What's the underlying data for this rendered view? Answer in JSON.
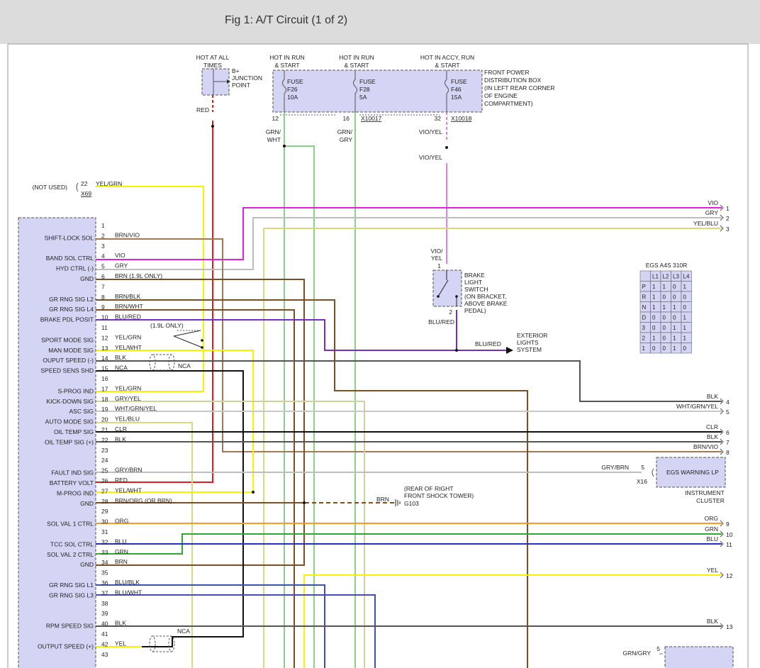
{
  "figure_title": "Fig 1: A/T Circuit (1 of 2)",
  "colors": {
    "background": "#ffffff",
    "header": "#dcdcdc",
    "component_fill": "#d4d4f4",
    "wire_red": "#e02020",
    "wire_violet": "#e020e0",
    "wire_gray": "#bdbdbd",
    "wire_yellow": "#f4f400",
    "wire_brown": "#7a4f22",
    "wire_green": "#2eaa2e",
    "wire_blue": "#2030c0",
    "wire_orange": "#ff9a20",
    "wire_black": "#111111",
    "wire_blu_red": "#7030c0"
  },
  "power": {
    "hot_at_all_times": [
      "HOT AT ALL",
      "TIMES"
    ],
    "junction": [
      "B+",
      "JUNCTION",
      "POINT"
    ],
    "red_label": "RED",
    "hot_run_start_1": [
      "HOT IN RUN",
      "& START"
    ],
    "hot_run_start_2": [
      "HOT IN RUN",
      "& START"
    ],
    "hot_accy": [
      "HOT IN ACCY, RUN",
      "& START"
    ],
    "fuse1": [
      "FUSE",
      "F26",
      "10A"
    ],
    "fuse2": [
      "FUSE",
      "F28",
      "5A"
    ],
    "fuse3": [
      "FUSE",
      "F46",
      "15A"
    ],
    "box_label": [
      "FRONT POWER",
      "DISTRIBUTION BOX",
      "(IN LEFT REAR CORNER",
      "OF ENGINE",
      "COMPARTMENT)"
    ],
    "pin1": "12",
    "pin2": "16",
    "pin3": "32",
    "conn2": "X10017",
    "conn3": "X10018",
    "wire1": [
      "GRN/",
      "WHT"
    ],
    "wire2": [
      "GRN/",
      "GRY"
    ],
    "wire3a": "VIO/YEL",
    "wire3b": "VIO/YEL"
  },
  "not_used": {
    "label": "(NOT USED)",
    "pin": "22",
    "wire": "YEL/GRN",
    "conn": "X69"
  },
  "module_labels": [
    {
      "pin": "1",
      "name": "",
      "wire": "",
      "color": ""
    },
    {
      "pin": "2",
      "name": "SHIFT-LOCK SOL",
      "wire": "BRN/VIO",
      "color": "#7a4f22"
    },
    {
      "pin": "3",
      "name": "",
      "wire": "",
      "color": ""
    },
    {
      "pin": "4",
      "name": "BAND SOL CTRL",
      "wire": "VIO",
      "color": "#e020e0"
    },
    {
      "pin": "5",
      "name": "HYD CTRL (-)",
      "wire": "GRY",
      "color": "#bdbdbd"
    },
    {
      "pin": "6",
      "name": "GND",
      "wire": "BRN   (1.9L ONLY)",
      "color": "#7a4f22"
    },
    {
      "pin": "7",
      "name": "",
      "wire": "",
      "color": ""
    },
    {
      "pin": "8",
      "name": "GR RNG SIG L2",
      "wire": "BRN/BLK",
      "color": "#7a4f22"
    },
    {
      "pin": "9",
      "name": "GR RNG SIG L4",
      "wire": "BRN/WHT",
      "color": "#7a4f22"
    },
    {
      "pin": "10",
      "name": "BRAKE PDL POSIT",
      "wire": "BLU/RED",
      "color": "#7030c0"
    },
    {
      "pin": "11",
      "name": "",
      "wire": "",
      "color": ""
    },
    {
      "pin": "12",
      "name": "SPORT MODE SIG",
      "wire": "YEL/GRN",
      "color": "#f4f400"
    },
    {
      "pin": "13",
      "name": "MAN MODE SIG",
      "wire": "YEL/WHT",
      "color": "#f4f400"
    },
    {
      "pin": "14",
      "name": "OUPUT SPEED (-)",
      "wire": "BLK",
      "color": "#111111"
    },
    {
      "pin": "15",
      "name": "SPEED SENS SHD",
      "wire": "NCA",
      "color": "#111111"
    },
    {
      "pin": "16",
      "name": "",
      "wire": "",
      "color": ""
    },
    {
      "pin": "17",
      "name": "S-PROG IND",
      "wire": "YEL/GRN",
      "color": "#f4f400"
    },
    {
      "pin": "18",
      "name": "KICK-DOWN SIG",
      "wire": "GRY/YEL",
      "color": "#bdbdbd"
    },
    {
      "pin": "19",
      "name": "ASC SIG",
      "wire": "WHT/GRN/YEL",
      "color": "#bdbdbd"
    },
    {
      "pin": "20",
      "name": "AUTO MODE SIG",
      "wire": "YEL/BLU",
      "color": "#f4f400"
    },
    {
      "pin": "21",
      "name": "OIL TEMP SIG",
      "wire": "CLR",
      "color": "#111111"
    },
    {
      "pin": "22",
      "name": "OIL TEMP SIG (+)",
      "wire": "BLK",
      "color": "#111111"
    },
    {
      "pin": "23",
      "name": "",
      "wire": "",
      "color": ""
    },
    {
      "pin": "24",
      "name": "",
      "wire": "",
      "color": ""
    },
    {
      "pin": "25",
      "name": "FAULT IND SIG",
      "wire": "GRY/BRN",
      "color": "#bdbdbd"
    },
    {
      "pin": "26",
      "name": "BATTERY VOLT",
      "wire": "RED",
      "color": "#e02020"
    },
    {
      "pin": "27",
      "name": "M-PROG IND",
      "wire": "YEL/WHT",
      "color": "#f4f400"
    },
    {
      "pin": "28",
      "name": "GND",
      "wire": "BRN/ORG (OR BRN)",
      "color": "#7a4f22"
    },
    {
      "pin": "29",
      "name": "",
      "wire": "",
      "color": ""
    },
    {
      "pin": "30",
      "name": "SOL VAL 1 CTRL",
      "wire": "ORG",
      "color": "#ff9a20"
    },
    {
      "pin": "31",
      "name": "",
      "wire": "",
      "color": ""
    },
    {
      "pin": "32",
      "name": "TCC SOL CTRL",
      "wire": "BLU",
      "color": "#2030c0"
    },
    {
      "pin": "33",
      "name": "SOL VAL 2 CTRL",
      "wire": "GRN",
      "color": "#2eaa2e"
    },
    {
      "pin": "34",
      "name": "GND",
      "wire": "BRN",
      "color": "#7a4f22"
    },
    {
      "pin": "35",
      "name": "",
      "wire": "",
      "color": ""
    },
    {
      "pin": "36",
      "name": "GR RNG SIG L1",
      "wire": "BLU/BLK",
      "color": "#2030c0"
    },
    {
      "pin": "37",
      "name": "GR RNG SIG L3",
      "wire": "BLU/WHT",
      "color": "#2030c0"
    },
    {
      "pin": "38",
      "name": "",
      "wire": "",
      "color": ""
    },
    {
      "pin": "39",
      "name": "",
      "wire": "",
      "color": ""
    },
    {
      "pin": "40",
      "name": "RPM SPEED SIG",
      "wire": "BLK",
      "color": "#111111"
    },
    {
      "pin": "41",
      "name": "",
      "wire": "",
      "color": ""
    },
    {
      "pin": "42",
      "name": "OUTPUT SPEED (+)",
      "wire": "YEL",
      "color": "#f4f400"
    },
    {
      "pin": "43",
      "name": "",
      "wire": "",
      "color": ""
    }
  ],
  "note_19l": "(1.9L ONLY)",
  "nca2": "NCA",
  "brake_switch": {
    "top_wire": [
      "VIO/",
      "YEL"
    ],
    "pin_top": "1",
    "label": [
      "BRAKE",
      "LIGHT",
      "SWITCH",
      "(ON BRACKET,",
      "ABOVE BRAKE",
      "PEDAL)"
    ],
    "pin_bottom": "2",
    "bottom_wire": "BLU/RED",
    "out_wire": "BLU/RED",
    "exterior": [
      "EXTERIOR",
      "LIGHTS",
      "SYSTEM"
    ]
  },
  "egs_table": {
    "title": "EGS A4S 310R",
    "header": [
      "",
      "L1",
      "L2",
      "L3",
      "L4"
    ],
    "rows": [
      [
        "P",
        "1",
        "1",
        "0",
        "1"
      ],
      [
        "R",
        "1",
        "0",
        "0",
        "0"
      ],
      [
        "N",
        "1",
        "1",
        "1",
        "0"
      ],
      [
        "D",
        "0",
        "0",
        "0",
        "1"
      ],
      [
        "3",
        "0",
        "0",
        "1",
        "1"
      ],
      [
        "2",
        "1",
        "0",
        "1",
        "1"
      ],
      [
        "1",
        "0",
        "0",
        "1",
        "0"
      ]
    ]
  },
  "right_edge": [
    {
      "label": "VIO",
      "num": "1"
    },
    {
      "label": "GRY",
      "num": "2"
    },
    {
      "label": "YEL/BLU",
      "num": "3"
    },
    {
      "label": "BLK",
      "num": "4"
    },
    {
      "label": "WHT/GRN/YEL",
      "num": "5"
    },
    {
      "label": "CLR",
      "num": "6"
    },
    {
      "label": "BLK",
      "num": "7"
    },
    {
      "label": "BRN/VIO",
      "num": "8"
    },
    {
      "label": "ORG",
      "num": "9"
    },
    {
      "label": "GRN",
      "num": "10"
    },
    {
      "label": "BLU",
      "num": "11"
    },
    {
      "label": "YEL",
      "num": "12"
    },
    {
      "label": "BLK",
      "num": "13"
    }
  ],
  "egs_warning": {
    "wire": "GRY/BRN",
    "pin": "5",
    "label": "EGS WARNING LP",
    "conn": "X16",
    "cluster": [
      "INSTRUMENT",
      "CLUSTER"
    ]
  },
  "ground": {
    "wire": "BRN",
    "note": [
      "(REAR OF RIGHT",
      "FRONT SHOCK TOWER)"
    ],
    "id": "G103"
  },
  "bottom": {
    "wire": "GRN/GRY",
    "pin": "5"
  }
}
